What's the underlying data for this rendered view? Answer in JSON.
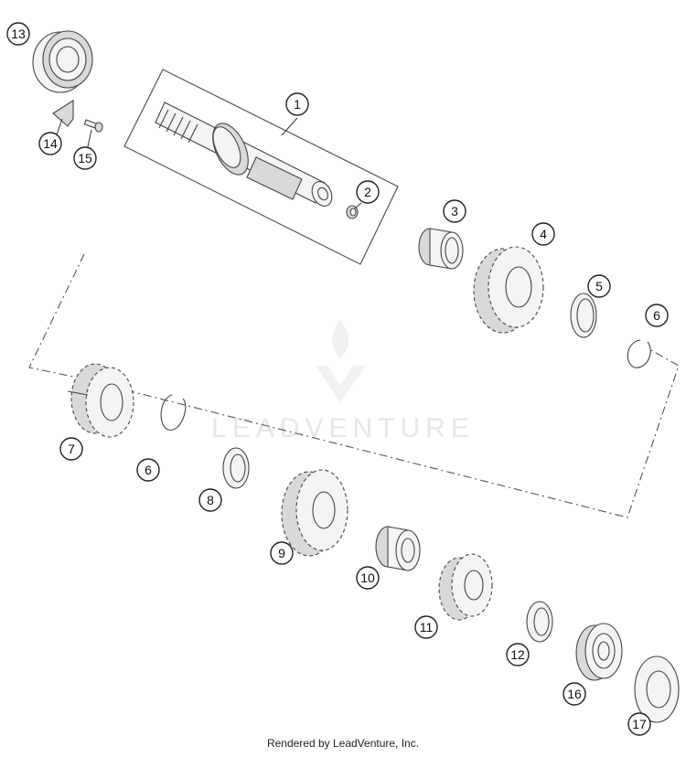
{
  "footer": {
    "rendered_by": "Rendered by LeadVenture, Inc."
  },
  "watermark": {
    "text": "LEADVENTURE"
  },
  "callouts": {
    "c1": "1",
    "c2": "2",
    "c3": "3",
    "c4": "4",
    "c5": "5",
    "c6a": "6",
    "c6b": "6",
    "c7": "7",
    "c8": "8",
    "c9": "9",
    "c10": "10",
    "c11": "11",
    "c12": "12",
    "c13": "13",
    "c14": "14",
    "c15": "15",
    "c16": "16",
    "c17": "17"
  }
}
